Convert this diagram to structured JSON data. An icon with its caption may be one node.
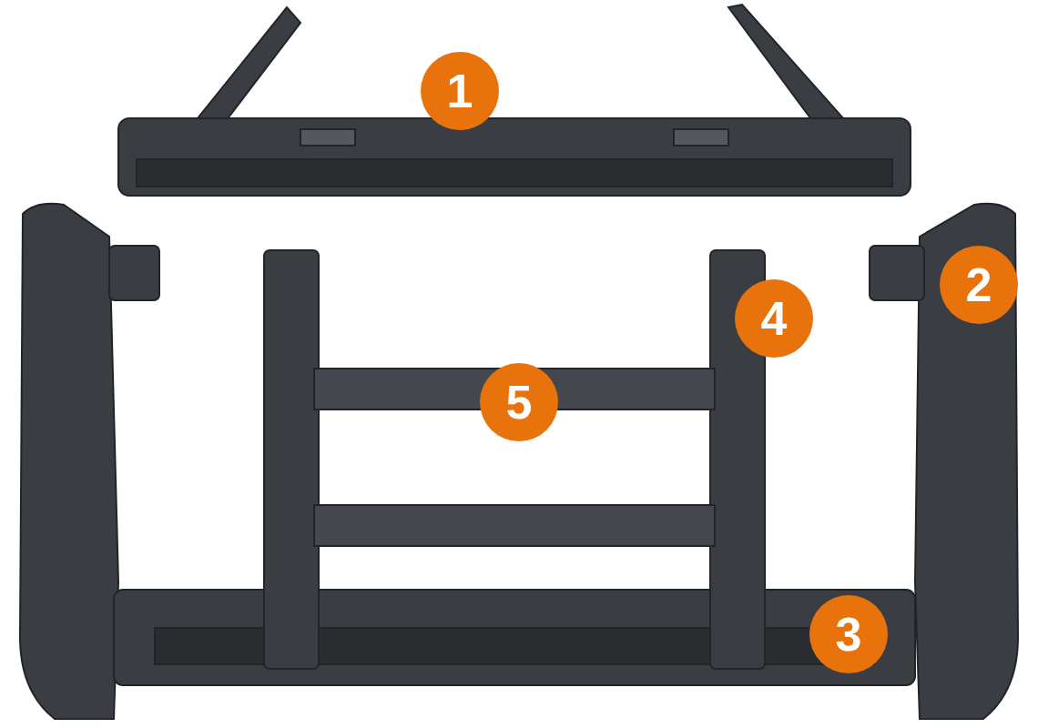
{
  "diagram": {
    "labels": [
      "1",
      "2",
      "4",
      "5",
      "3"
    ]
  }
}
